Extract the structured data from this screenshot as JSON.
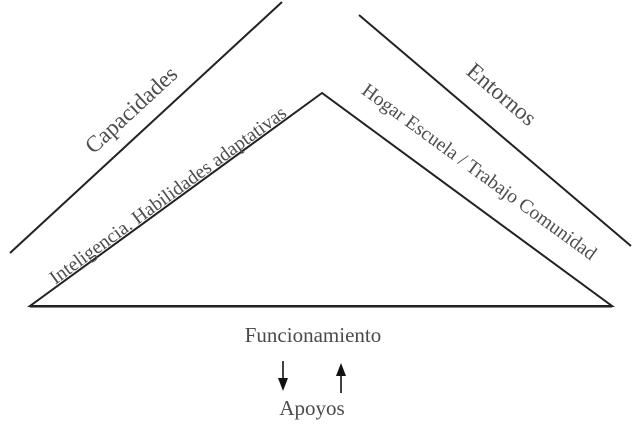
{
  "diagram": {
    "outer_left_label": "Capacidades",
    "outer_right_label": "Entornos",
    "inner_left_label": "Inteligencia. Habilidades adaptativas",
    "inner_right_label": "Hogar Escuela / Trabajo Comunidad",
    "base_label": "Funcionamiento",
    "bottom_label": "Apoyos",
    "arrows": [
      "down-arrow",
      "up-arrow"
    ],
    "line_color": "#222222"
  }
}
